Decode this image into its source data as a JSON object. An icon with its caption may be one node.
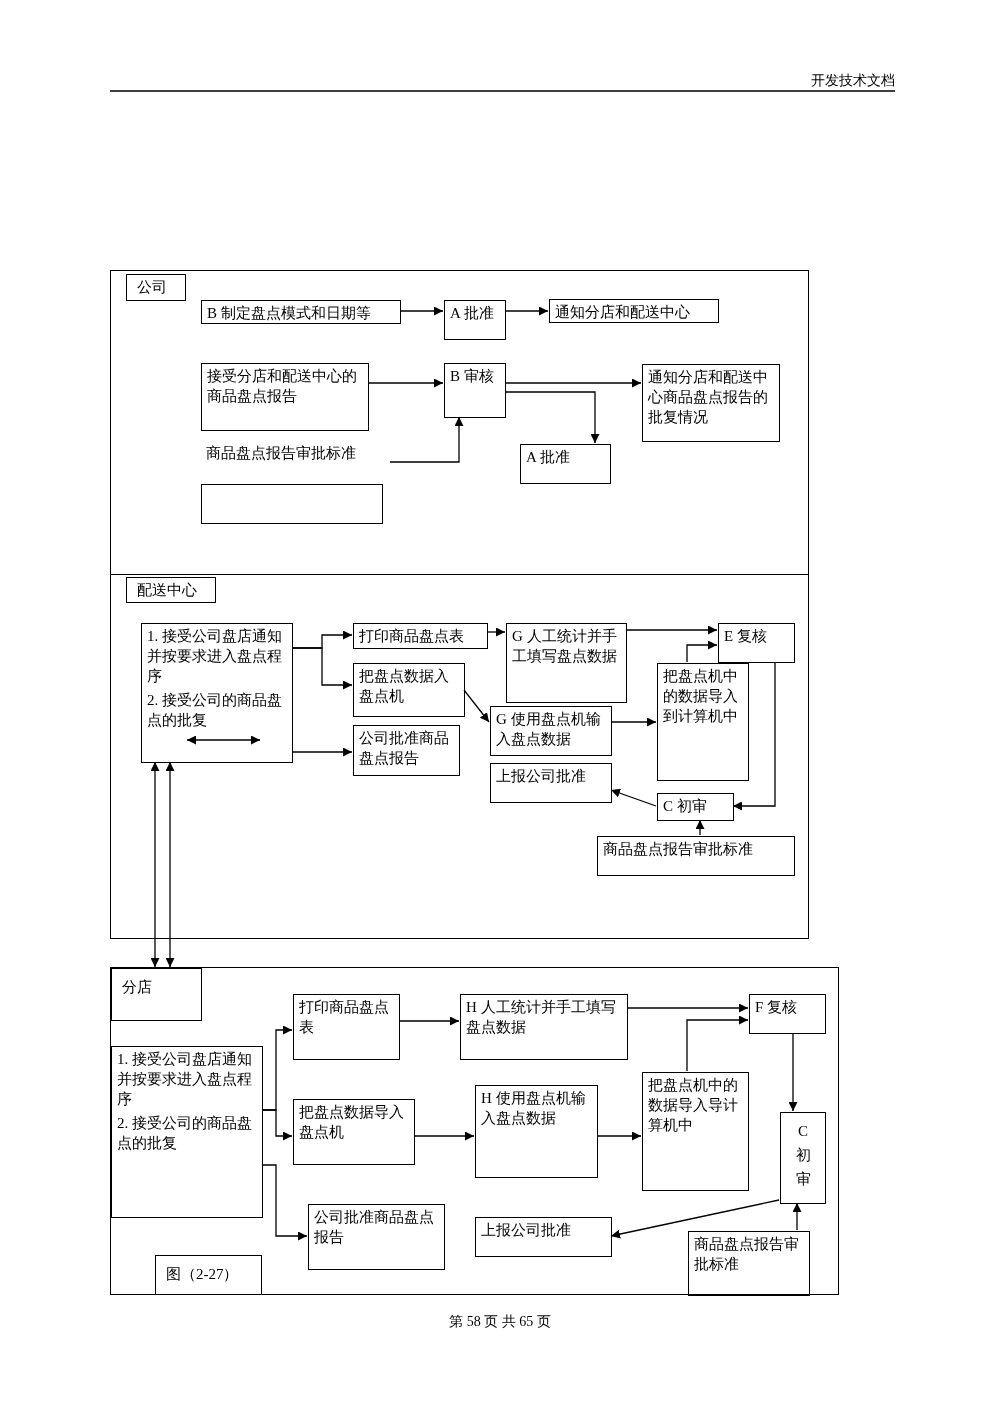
{
  "diagram": {
    "caption": "图（2-27）",
    "nodes": [
      {
        "text": [],
        "shape": "box"
      },
      {
        "text": [
          "B 制定盘点模式和日期等"
        ],
        "in": 0
      },
      {
        "text": [
          "A 批准"
        ],
        "in": 0
      },
      {
        "text": [
          "通知分店和配送中心"
        ],
        "in": 0
      },
      {
        "text": [
          "接受分店和配送中心的商品盘点报告"
        ],
        "in": 0
      },
      {
        "text": [
          "B 审核"
        ],
        "in": 0
      },
      {
        "text": [
          "通知分店和配送中心商品盘点报告的批复情况"
        ],
        "in": 0
      },
      {
        "text": [
          "商品盘点报告审批标准"
        ],
        "in": 0
      },
      {
        "text": [
          "A 批准"
        ],
        "in": 0
      },
      {
        "text": [],
        "shape": "box",
        "in": 0
      },
      {
        "text": [],
        "shape": "box"
      },
      {
        "text": [
          "1. 接受公司盘店通知并按要求进入盘点程序",
          "2. 接受公司的商品盘点的批复"
        ],
        "in": 10
      },
      {
        "text": [
          "打印商品盘点表"
        ],
        "in": 10
      },
      {
        "text": [
          "把盘点数据入盘点机"
        ],
        "in": 10
      },
      {
        "text": [
          "公司批准商品盘点报告"
        ],
        "in": 10
      },
      {
        "text": [
          "G 人工统计并手工填写盘点数据"
        ],
        "in": 10
      },
      {
        "text": [
          "G 使用盘点机输入盘点数据"
        ],
        "in": 10
      },
      {
        "text": [
          "上报公司批准"
        ],
        "in": 10
      },
      {
        "text": [
          "把盘点机中的数据导入到计算机中"
        ],
        "in": 10
      },
      {
        "text": [
          "E 复核"
        ],
        "in": 10
      },
      {
        "text": [
          "C 初审"
        ],
        "in": 10
      },
      {
        "text": [
          "商品盘点报告审批标准"
        ],
        "in": 10
      },
      {
        "text": [],
        "shape": "box"
      },
      {
        "text": [
          "1. 接受公司盘店通知并按要求进入盘点程序",
          "2. 接受公司的商品盘点的批复"
        ],
        "in": 22
      },
      {
        "text": [
          "打印商品盘点表"
        ],
        "in": 22
      },
      {
        "text": [
          "把盘点数据导入盘点机"
        ],
        "in": 22
      },
      {
        "text": [
          "公司批准商品盘点报告"
        ],
        "in": 22
      },
      {
        "text": [
          "H 人工统计并手工填写盘点数据"
        ],
        "in": 22
      },
      {
        "text": [
          "H 使用盘点机输入盘点数据"
        ],
        "in": 22
      },
      {
        "text": [
          "把盘点机中的数据导入导计算机中"
        ],
        "in": 22
      },
      {
        "text": [
          "F 复核"
        ],
        "in": 22
      },
      {
        "text": [
          "C 初审"
        ],
        "in": 22
      },
      {
        "text": [
          "上报公司批准"
        ],
        "in": 22
      },
      {
        "text": [
          "商品盘点报告审批标准"
        ],
        "in": 22
      },
      {
        "text": [
          "公司"
        ],
        "in": 0
      },
      {
        "text": [
          "配送中心"
        ],
        "in": 10
      },
      {
        "text": [
          "分店"
        ],
        "in": 22
      }
    ],
    "edges": [
      {
        "from": 1,
        "to": 2,
        "arrow": "to"
      },
      {
        "from": 2,
        "to": 3,
        "arrow": "to"
      },
      {
        "from": 4,
        "to": 5,
        "arrow": "to"
      },
      {
        "from": 5,
        "to": 6,
        "arrow": "to"
      },
      {
        "from": 5,
        "to": 8,
        "arrow": "to"
      },
      {
        "from": 7,
        "to": 5,
        "arrow": "to"
      },
      {
        "from": 11,
        "to": 12,
        "arrow": "to"
      },
      {
        "from": 11,
        "to": 13,
        "arrow": "to"
      },
      {
        "from": 11,
        "to": 14,
        "arrow": "to"
      },
      {
        "from": 12,
        "to": 15,
        "arrow": "to"
      },
      {
        "from": 15,
        "to": 19,
        "arrow": "to"
      },
      {
        "from": 13,
        "to": 16,
        "arrow": "to"
      },
      {
        "from": 16,
        "to": 18,
        "arrow": "to"
      },
      {
        "from": 18,
        "to": 19,
        "arrow": "to"
      },
      {
        "from": 19,
        "to": 20,
        "arrow": "to"
      },
      {
        "from": 21,
        "to": 20,
        "arrow": "to"
      },
      {
        "from": 20,
        "to": 17,
        "arrow": "to"
      },
      {
        "from": 22,
        "to": 11,
        "arrow": "both"
      },
      {
        "from": 22,
        "to": 11,
        "arrow": "both"
      },
      {
        "from": 23,
        "to": 24,
        "arrow": "to"
      },
      {
        "from": 23,
        "to": 25,
        "arrow": "to"
      },
      {
        "from": 23,
        "to": 26,
        "arrow": "to"
      },
      {
        "from": 24,
        "to": 27,
        "arrow": "to"
      },
      {
        "from": 27,
        "to": 30,
        "arrow": "to"
      },
      {
        "from": 25,
        "to": 28,
        "arrow": "to"
      },
      {
        "from": 28,
        "to": 29,
        "arrow": "to"
      },
      {
        "from": 29,
        "to": 30,
        "arrow": "to"
      },
      {
        "from": 30,
        "to": 31,
        "arrow": "to"
      },
      {
        "from": 33,
        "to": 31,
        "arrow": "to"
      },
      {
        "from": 31,
        "to": 32,
        "arrow": "to"
      }
    ],
    "labels": [
      "开发技术文档",
      "第 58 页 共 65 页"
    ]
  }
}
